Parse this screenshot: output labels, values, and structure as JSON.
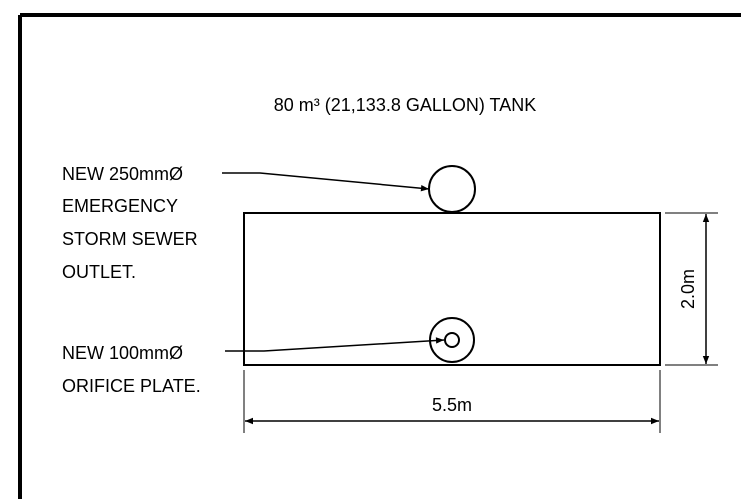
{
  "title": "80 m³ (21,133.8 GALLON) TANK",
  "callouts": {
    "emergency_outlet": [
      "NEW 250mmØ",
      "EMERGENCY",
      "STORM SEWER",
      "OUTLET."
    ],
    "orifice_plate": [
      "NEW 100mmØ",
      "ORIFICE PLATE."
    ]
  },
  "dimensions": {
    "height": "2.0m",
    "width": "5.5m"
  },
  "colors": {
    "line": "#000000",
    "background": "#ffffff"
  }
}
